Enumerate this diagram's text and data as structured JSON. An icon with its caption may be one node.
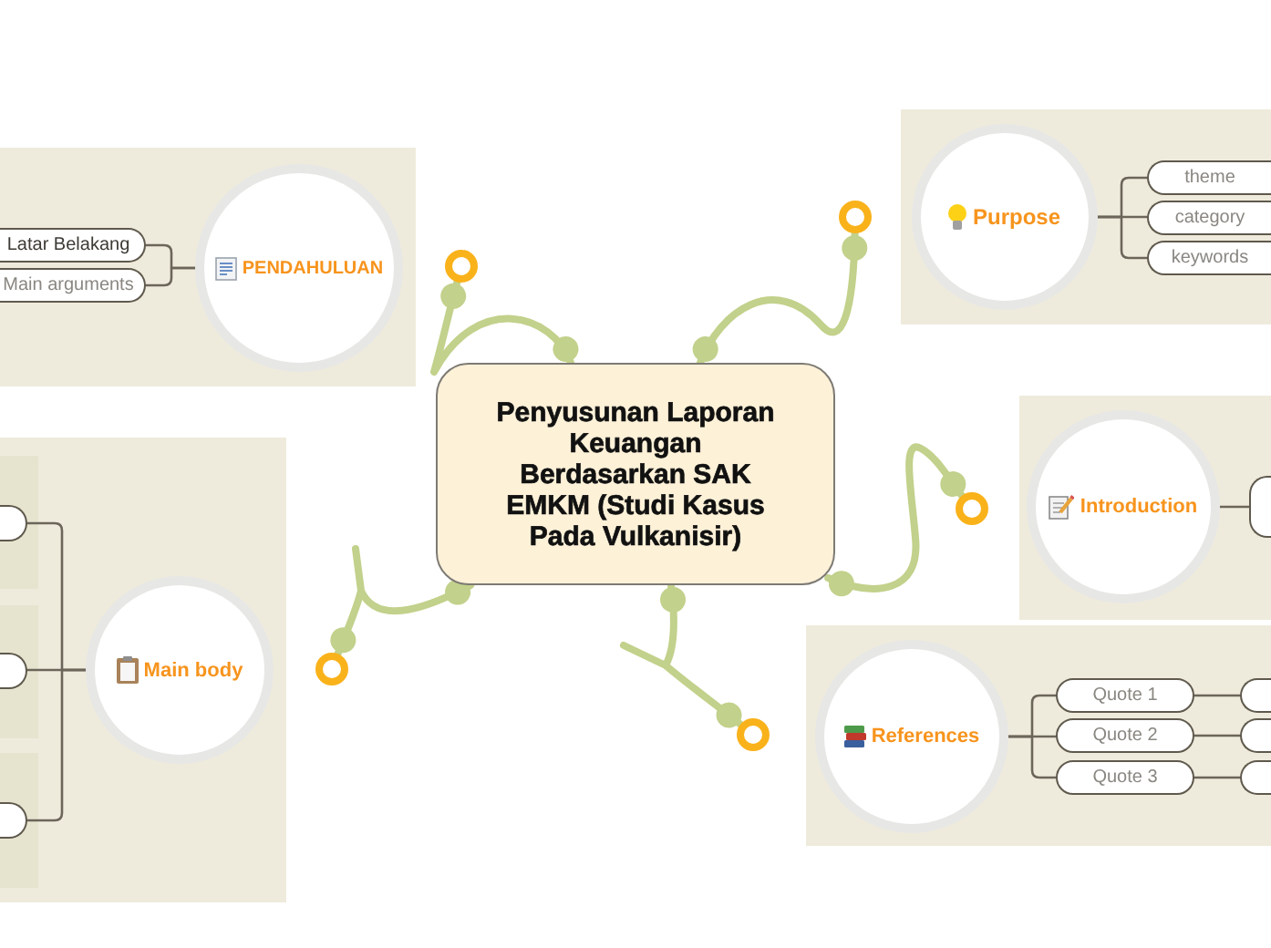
{
  "diagram": {
    "nodes": [
      {
        "text": [
          "PENDAHULUAN"
        ]
      },
      {
        "text": [
          "Latar Belakang"
        ]
      },
      {
        "text": [
          "Main arguments"
        ]
      },
      {
        "text": [
          "Purpose"
        ]
      },
      {
        "text": [
          "theme"
        ]
      },
      {
        "text": [
          "category"
        ]
      },
      {
        "text": [
          "keywords"
        ]
      },
      {
        "text": [],
        "shape": "circle"
      },
      {
        "text": [],
        "shape": "circle"
      },
      {
        "text": [
          "Penyusunan Laporan Keuangan Berdasarkan SAK EMKM (Studi Kasus Pada Vulkanisir)"
        ]
      },
      {
        "text": [
          "Introduction"
        ]
      },
      {
        "text": [],
        "shape": "box"
      },
      {
        "text": [],
        "shape": "circle"
      },
      {
        "text": [
          "Main body"
        ]
      },
      {
        "text": [],
        "shape": "box"
      },
      {
        "text": [],
        "shape": "box"
      },
      {
        "text": [],
        "shape": "box"
      },
      {
        "text": [],
        "shape": "circle"
      },
      {
        "text": [
          "References"
        ]
      },
      {
        "text": [
          "Quote 1"
        ]
      },
      {
        "text": [
          "Quote 2"
        ]
      },
      {
        "text": [
          "Quote 3"
        ]
      },
      {
        "text": [],
        "shape": "box"
      },
      {
        "text": [],
        "shape": "box"
      },
      {
        "text": [],
        "shape": "box"
      },
      {
        "text": [],
        "shape": "circle"
      }
    ],
    "edges": [
      {
        "from": 9,
        "to": 7,
        "arrow": "other",
        "style": "thick",
        "color": "#c2d18b"
      },
      {
        "from": 9,
        "to": 8,
        "arrow": "other",
        "style": "thick",
        "color": "#c2d18b"
      },
      {
        "from": 9,
        "to": 12,
        "arrow": "other",
        "style": "thick",
        "color": "#c2d18b"
      },
      {
        "from": 9,
        "to": 25,
        "arrow": "other",
        "style": "thick",
        "color": "#c2d18b"
      },
      {
        "from": 9,
        "to": 17,
        "arrow": "other",
        "style": "thick",
        "color": "#c2d18b"
      },
      {
        "from": 0,
        "to": 1,
        "arrow": "none"
      },
      {
        "from": 0,
        "to": 2,
        "arrow": "none"
      },
      {
        "from": 3,
        "to": 4,
        "arrow": "none"
      },
      {
        "from": 3,
        "to": 5,
        "arrow": "none"
      },
      {
        "from": 3,
        "to": 6,
        "arrow": "none"
      },
      {
        "from": 10,
        "to": 11,
        "arrow": "none"
      },
      {
        "from": 13,
        "to": 14,
        "arrow": "none"
      },
      {
        "from": 13,
        "to": 15,
        "arrow": "none"
      },
      {
        "from": 13,
        "to": 16,
        "arrow": "none"
      },
      {
        "from": 18,
        "to": 19,
        "arrow": "none"
      },
      {
        "from": 18,
        "to": 20,
        "arrow": "none"
      },
      {
        "from": 18,
        "to": 21,
        "arrow": "none"
      },
      {
        "from": 19,
        "to": 22,
        "arrow": "none"
      },
      {
        "from": 20,
        "to": 23,
        "arrow": "none"
      },
      {
        "from": 21,
        "to": 24,
        "arrow": "none"
      }
    ]
  }
}
